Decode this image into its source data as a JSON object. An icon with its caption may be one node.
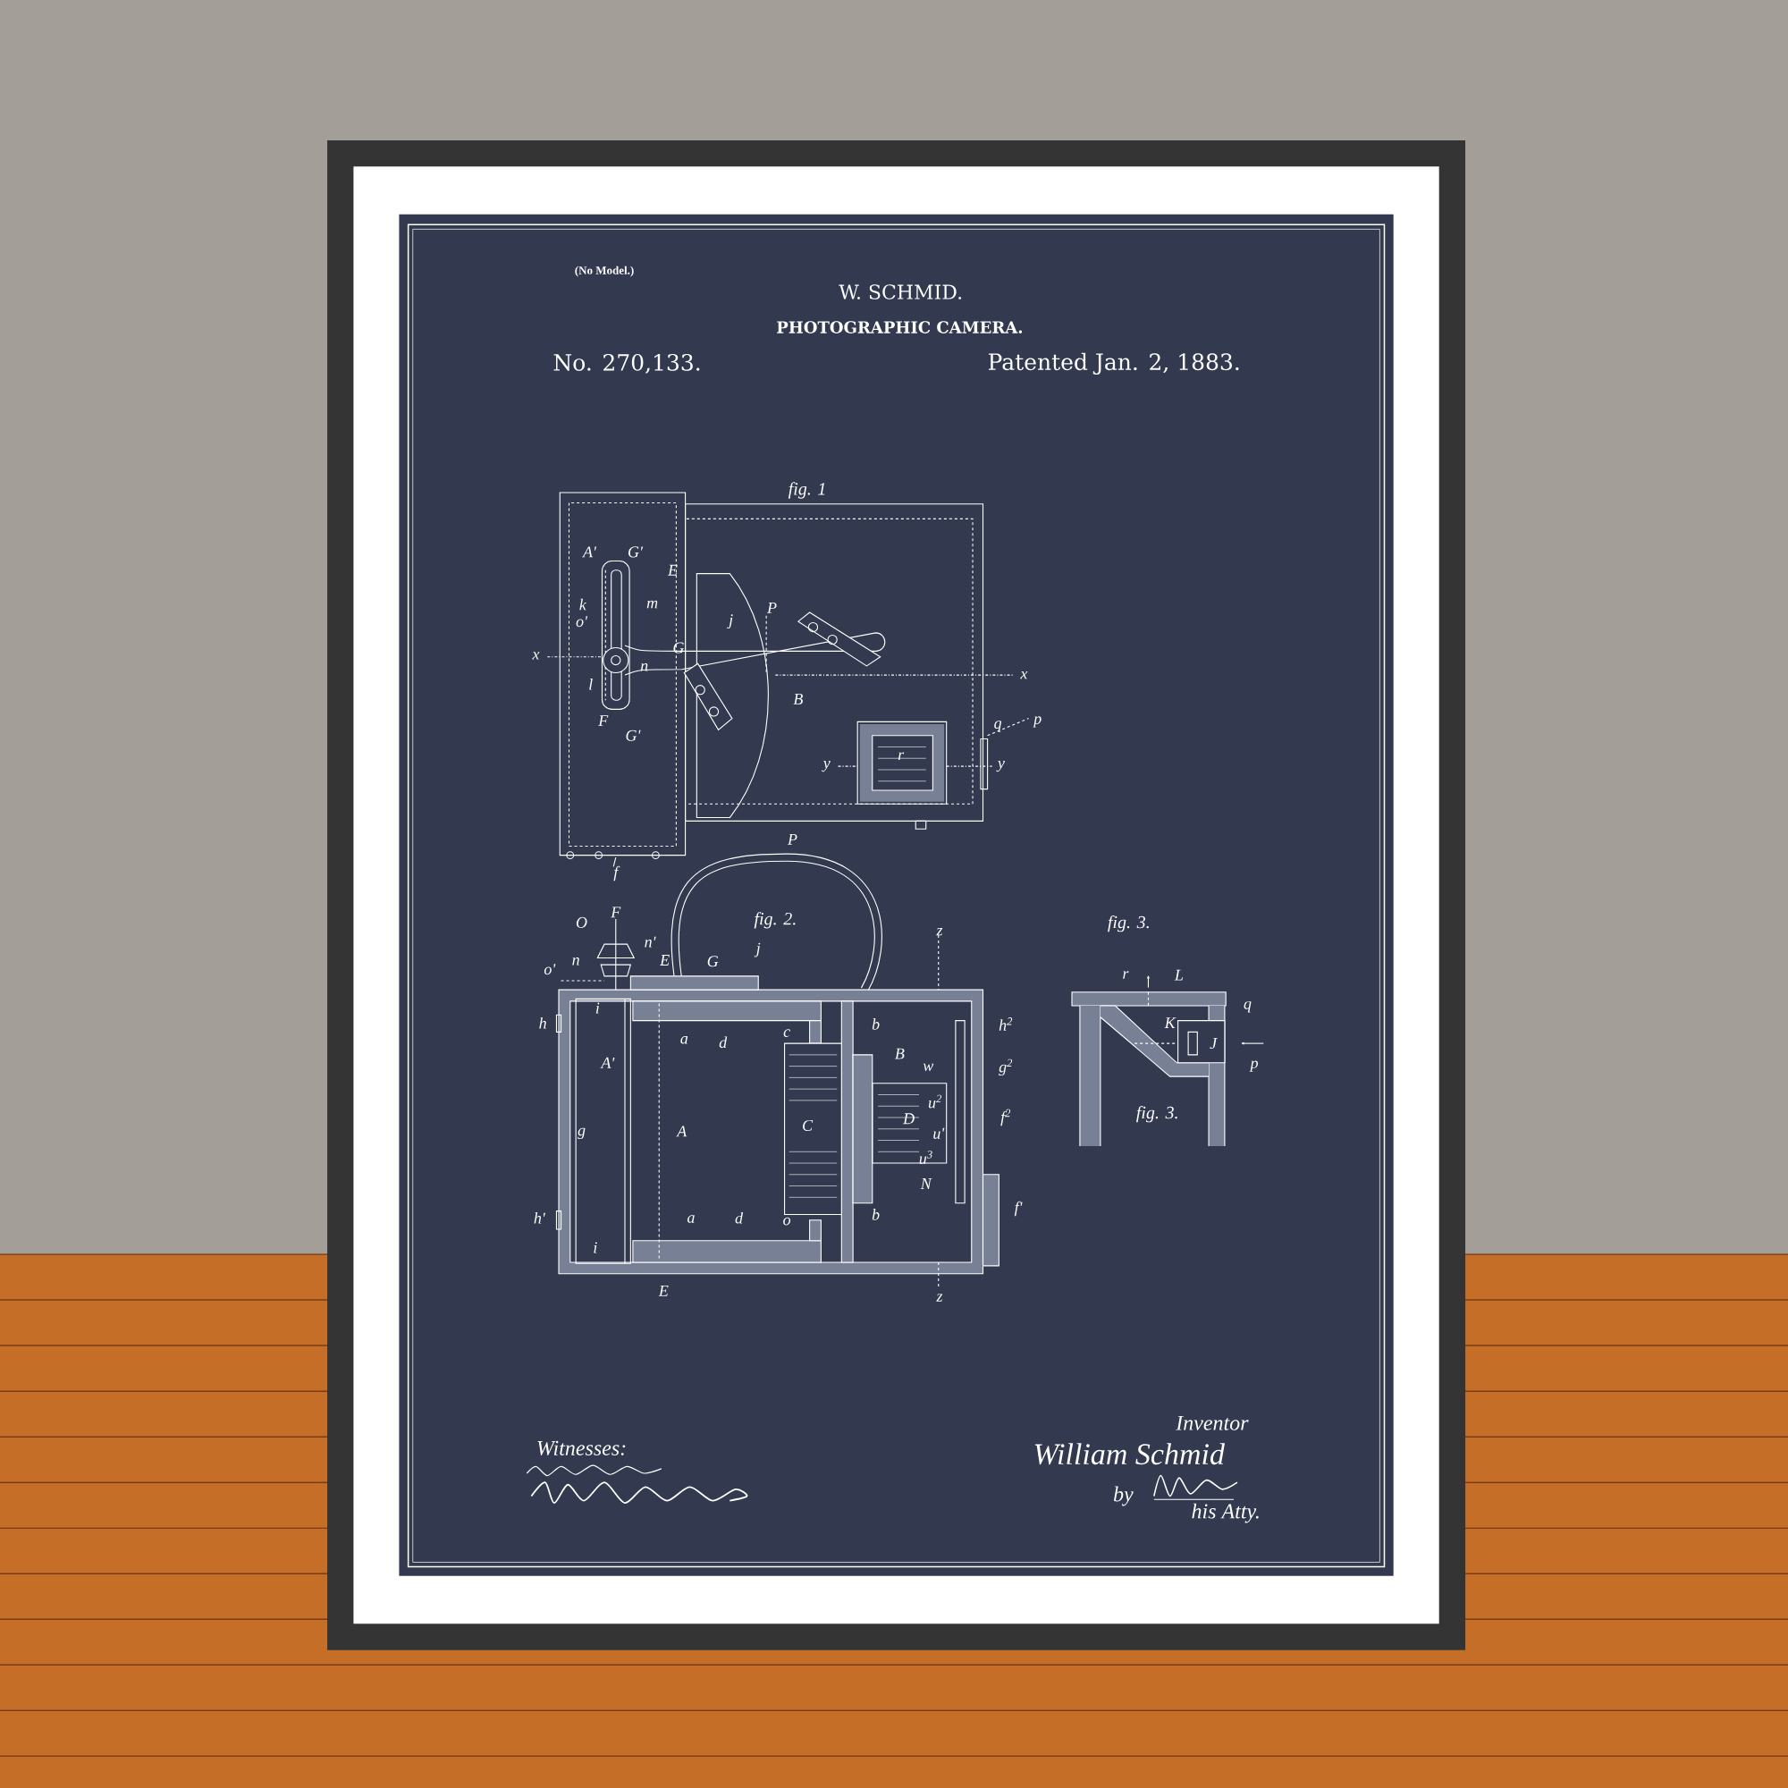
{
  "diagram": {
    "title": "PHOTOGRAPHIC CAMERA.",
    "labels": [
      "(No Model.)",
      "W. SCHMID.",
      "No. 270,133.",
      "Patented Jan. 2, 1883.",
      "fig. 1",
      "A'",
      "G'",
      "E",
      "k",
      "m",
      "o'",
      "j",
      "P",
      "x",
      "G",
      "n",
      "x",
      "l",
      "B",
      "F",
      "G'",
      "q",
      "p",
      "y",
      "r",
      "y",
      "f",
      "P",
      "fig. 2.",
      "O",
      "F",
      "n'",
      "o'",
      "n",
      "E",
      "G",
      "j",
      "z",
      "i",
      "h",
      "a",
      "d",
      "c",
      "b",
      "h$^{2}$",
      "B",
      "g$^{2}$",
      "A'",
      "w",
      "u$^{2}$",
      "g",
      "A",
      "C",
      "D",
      "f$^{2}$",
      "u'",
      "u$^{3}$",
      "N",
      "h'",
      "a",
      "d",
      "o",
      "b",
      "f'",
      "i",
      "E",
      "z",
      "fig. 3.",
      "r",
      "L",
      "K",
      "q",
      "J",
      "p",
      "fig. 3.",
      "Witnesses:",
      "Inventor",
      "William Schmid",
      "by",
      "his Atty."
    ]
  }
}
